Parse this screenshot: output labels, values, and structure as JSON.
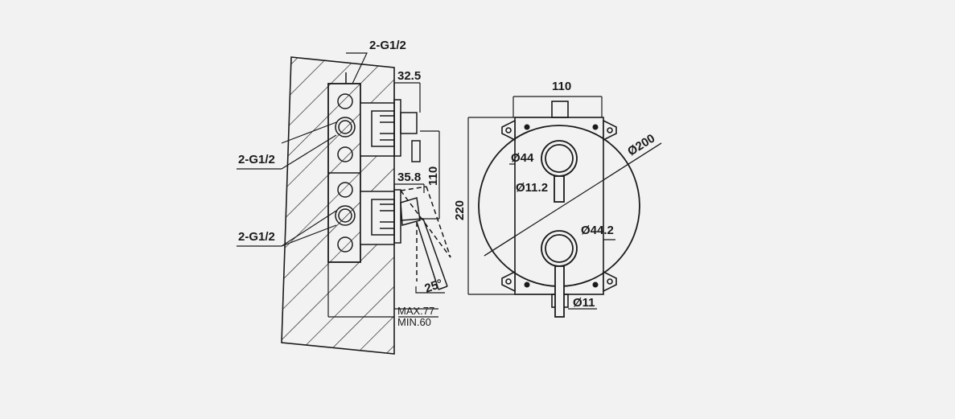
{
  "side_view": {
    "label_top": "2-G1/2",
    "label_mid": "2-G1/2",
    "label_low": "2-G1/2",
    "dim_depth_top": "32.5",
    "dim_depth_low": "35.8",
    "dim_height": "110",
    "dim_angle": "25°",
    "dim_max": "MAX.77",
    "dim_min": "MIN.60"
  },
  "front_view": {
    "dim_width": "110",
    "dim_height": "220",
    "dim_diameter": "Ø200",
    "dim_upper_handle": "Ø44",
    "dim_upper_lever": "Ø11.2",
    "dim_lower_handle": "Ø44.2",
    "dim_lower_lever": "Ø11"
  }
}
